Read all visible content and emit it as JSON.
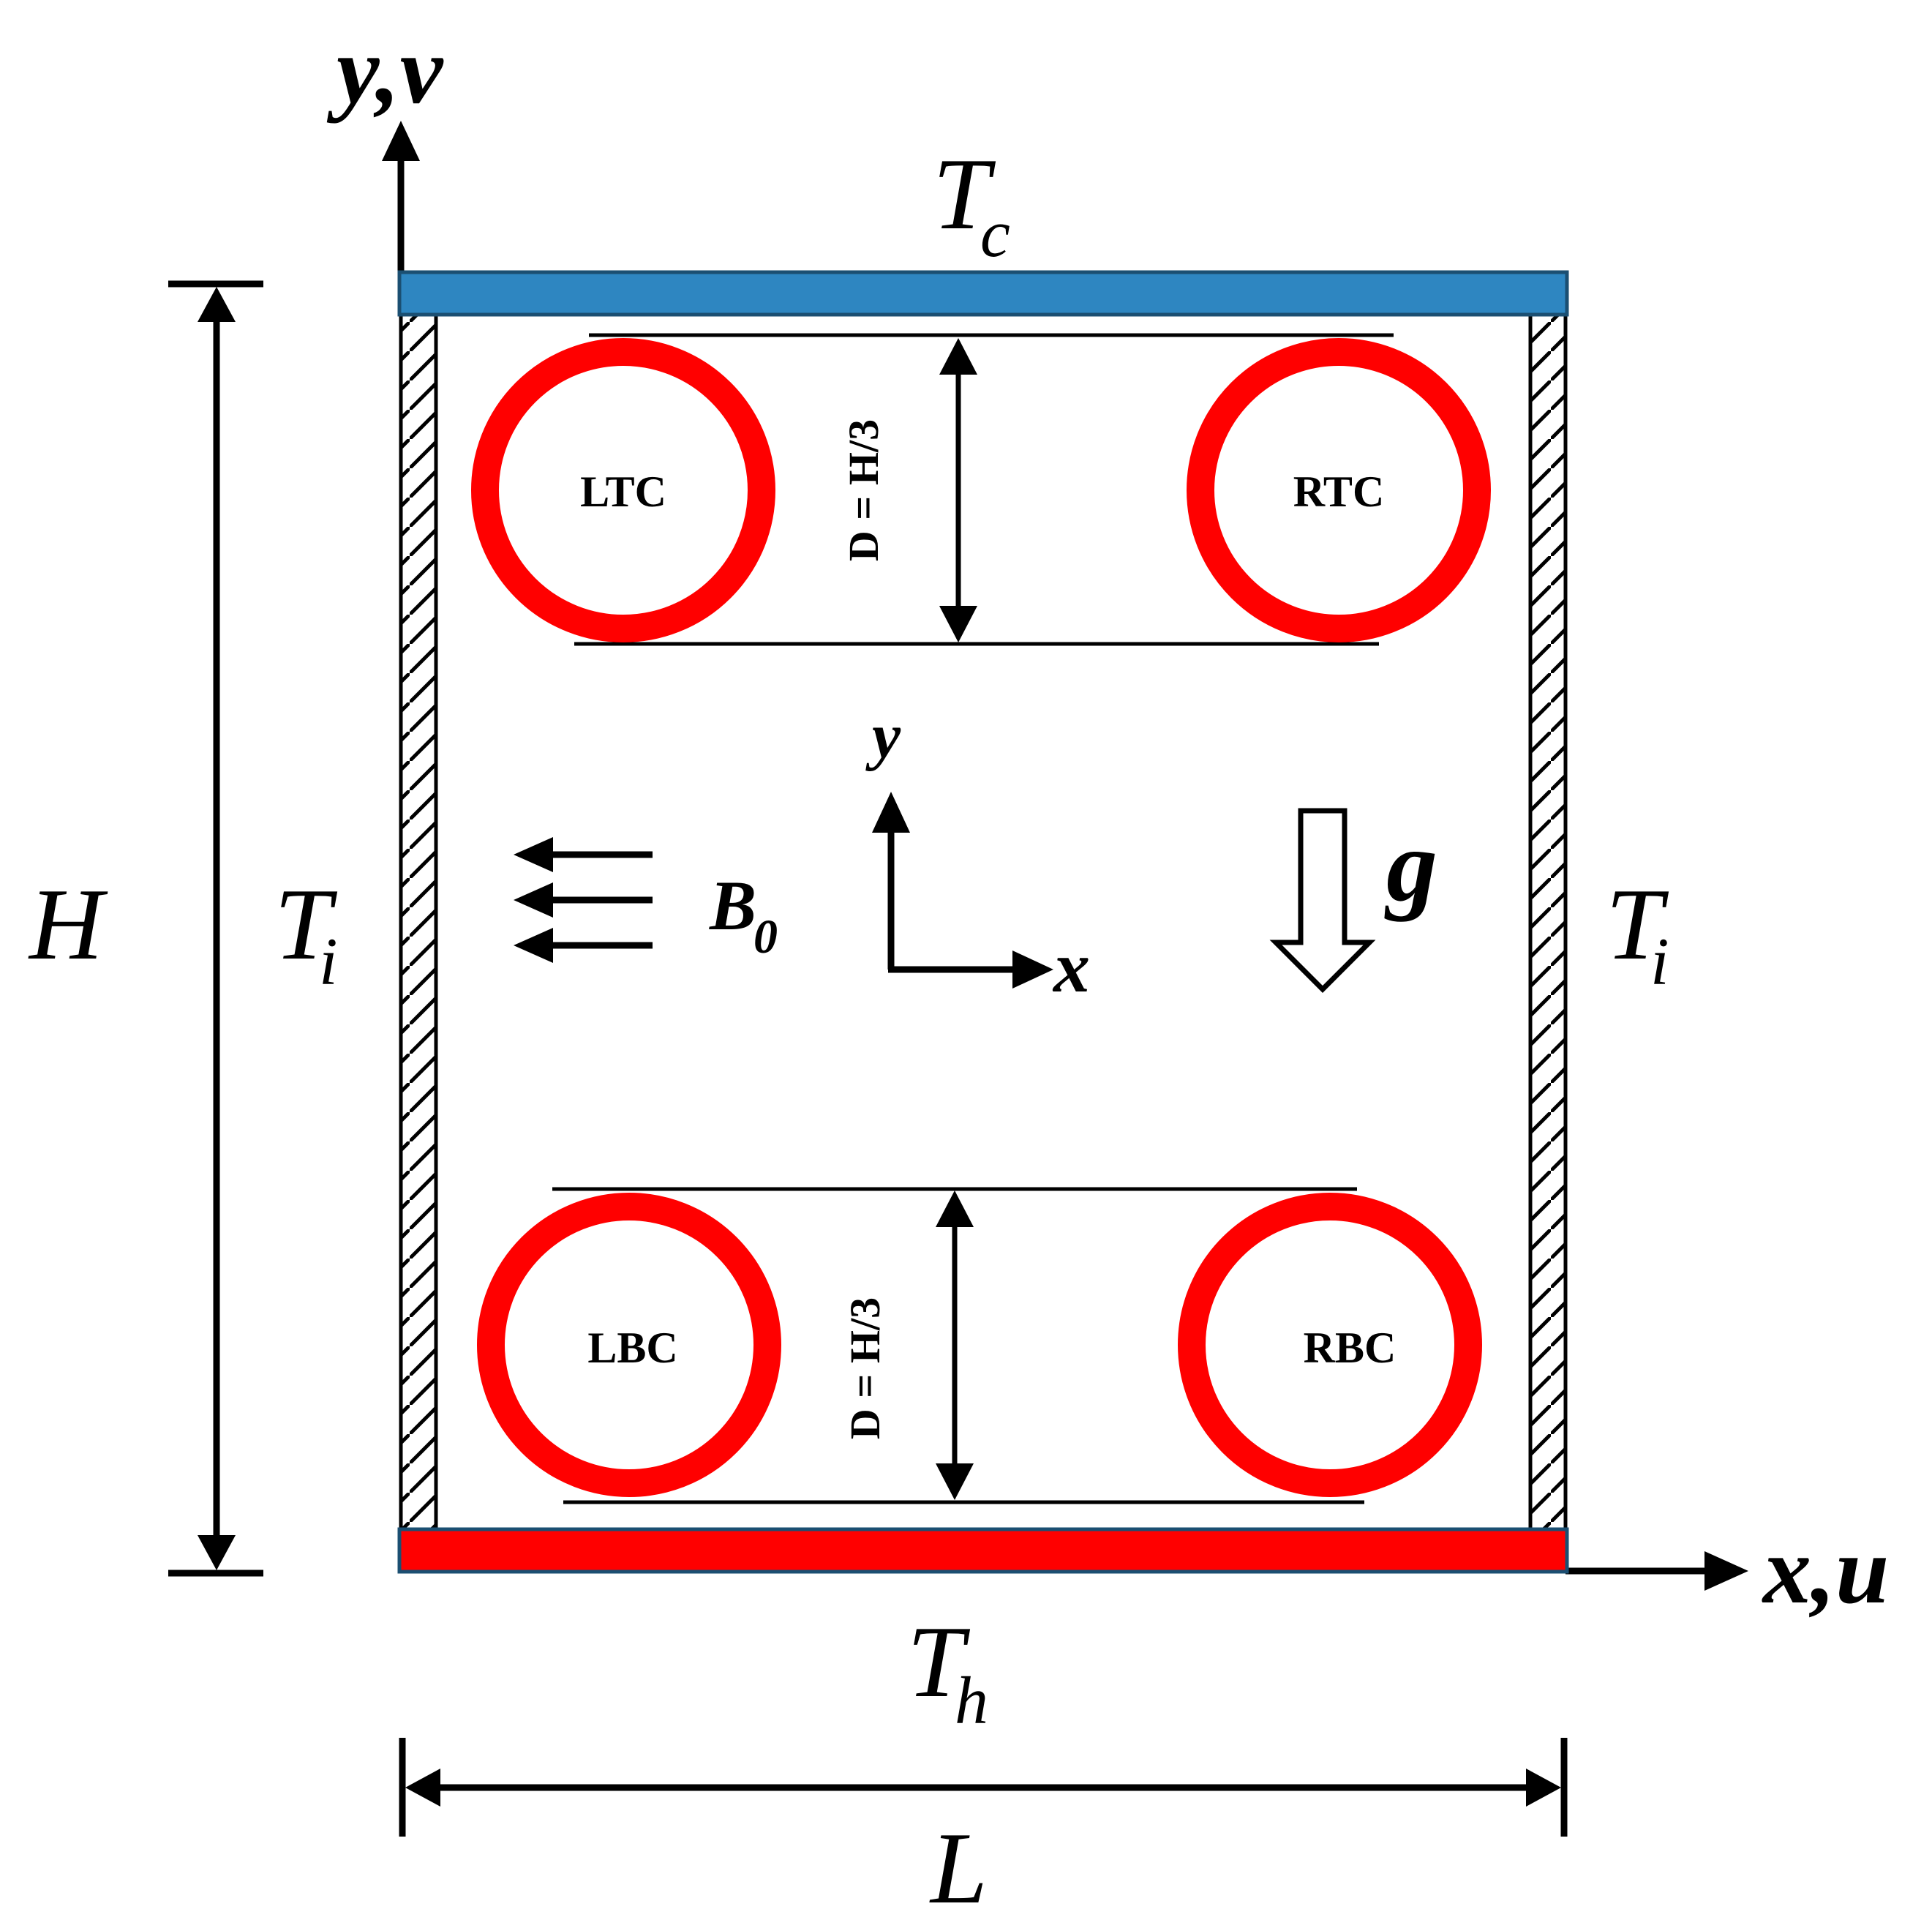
{
  "colors": {
    "cold_wall": "#2E86C1",
    "hot_wall": "#FF0000",
    "cylinder": "#FF0000",
    "ink": "#000000"
  },
  "axes": {
    "vertical_label": "y,v",
    "horizontal_label": "x,u"
  },
  "walls": {
    "top": {
      "T": "T",
      "sub": "c"
    },
    "bottom": {
      "T": "T",
      "sub": "h"
    },
    "left": {
      "T": "T",
      "sub": "i"
    },
    "right": {
      "T": "T",
      "sub": "i"
    }
  },
  "dimensions": {
    "height": "H",
    "length": "L",
    "diameter_top": "D = H/3",
    "diameter_bottom": "D = H/3"
  },
  "cylinders": {
    "ltc": "LTC",
    "rtc": "RTC",
    "lbc": "LBC",
    "rbc": "RBC"
  },
  "field": {
    "magnetic": {
      "B": "B",
      "sub": "0"
    },
    "gravity": "g",
    "local_x": "x",
    "local_y": "y"
  }
}
